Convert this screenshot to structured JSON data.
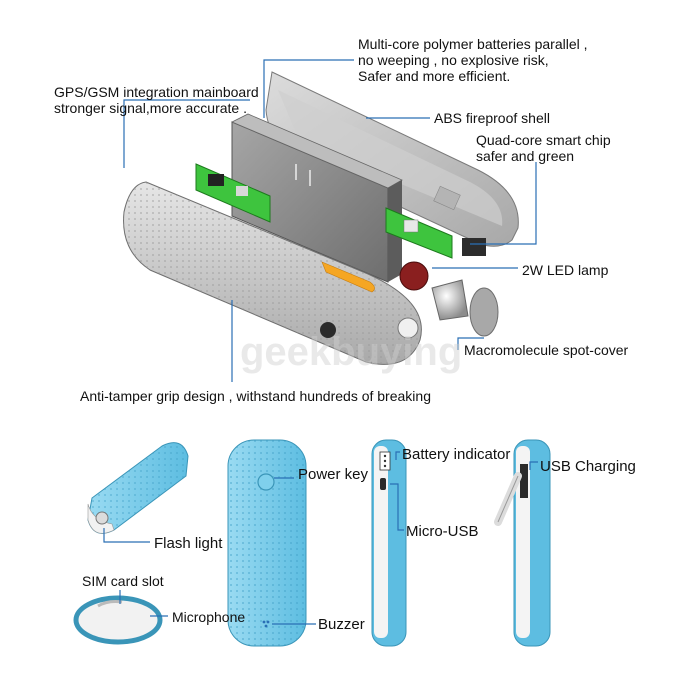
{
  "exploded_view": {
    "callouts": {
      "batteries": [
        "Multi-core polymer batteries parallel ,",
        "no weeping , no explosive risk,",
        "Safer and more efficient."
      ],
      "mainboard": [
        "GPS/GSM integration mainboard",
        "stronger signal,more accurate ."
      ],
      "shell": "ABS fireproof shell",
      "chip": [
        "Quad-core smart chip",
        "safer and green"
      ],
      "lamp": "2W LED lamp",
      "cover": "Macromolecule spot-cover",
      "grip": "Anti-tamper grip design , withstand hundreds of breaking"
    },
    "watermark": "geekbuying"
  },
  "detail_views": {
    "flash_light": "Flash light",
    "sim_slot": "SIM card slot",
    "microphone": "Microphone",
    "power_key": "Power key",
    "buzzer": "Buzzer",
    "battery_indicator": "Battery indicator",
    "micro_usb": "Micro-USB",
    "usb_charging": "USB Charging"
  },
  "colors": {
    "device_blue": "#7fd0ec",
    "device_blue_dark": "#4fb4d8",
    "shell_grey": "#c9c9c9",
    "pcb_green": "#3ec43e",
    "battery_grey": "#8e8e8e",
    "led_orange": "#f5a623",
    "leader_blue": "#2a6fb5"
  }
}
